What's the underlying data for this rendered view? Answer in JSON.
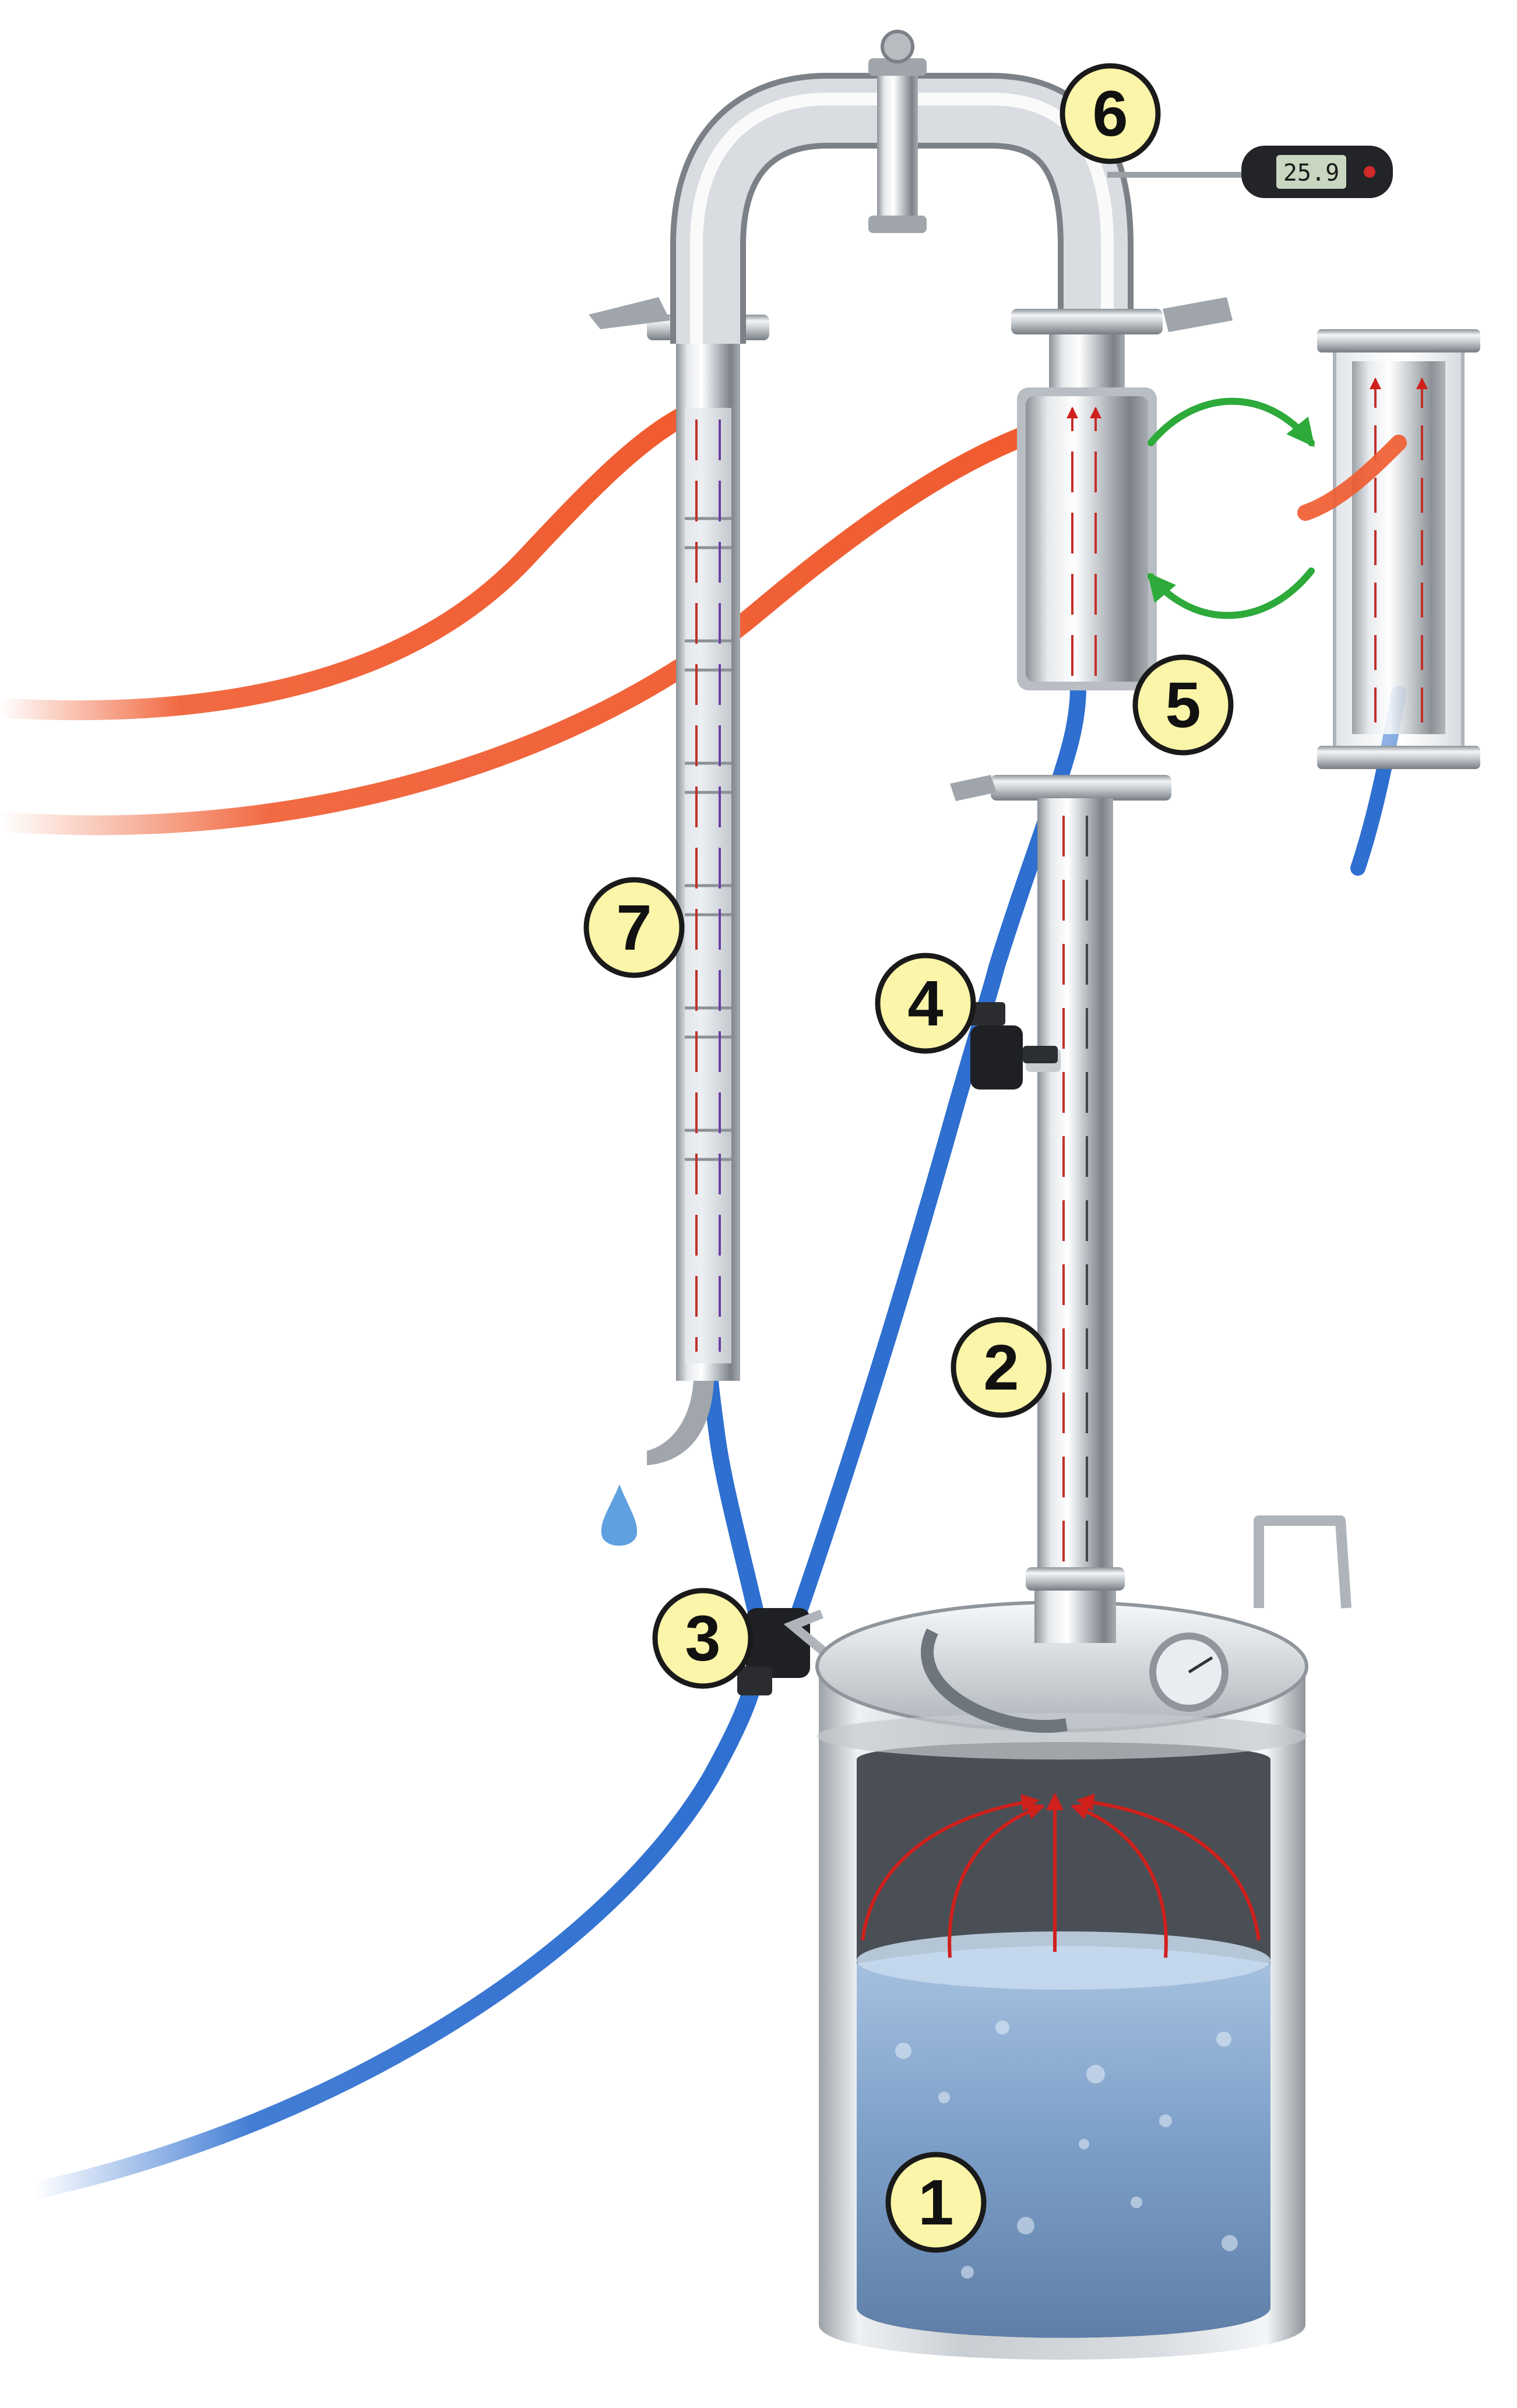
{
  "diagram": {
    "callouts": [
      {
        "id": "boiler",
        "text": "1"
      },
      {
        "id": "column",
        "text": "2"
      },
      {
        "id": "tee-splitter",
        "text": "3"
      },
      {
        "id": "needle-valve",
        "text": "4"
      },
      {
        "id": "dephlegmator",
        "text": "5"
      },
      {
        "id": "thermometer",
        "text": "6"
      },
      {
        "id": "condenser",
        "text": "7"
      }
    ],
    "thermometer_readout": "25.9",
    "colors": {
      "callout_fill": "#FAF5A8",
      "callout_stroke": "#1A1A1A",
      "steel_light": "#F2F4F6",
      "steel_mid": "#B9BEC4",
      "steel_dark": "#6E757C",
      "water_hose": "#2E6FD0",
      "hot_hose": "#F05A2E",
      "liquid": "#7FA6D1",
      "vapor_arrow": "#D0201C",
      "down_arrow": "#444444",
      "swap_arrow": "#2DAA3A"
    }
  }
}
